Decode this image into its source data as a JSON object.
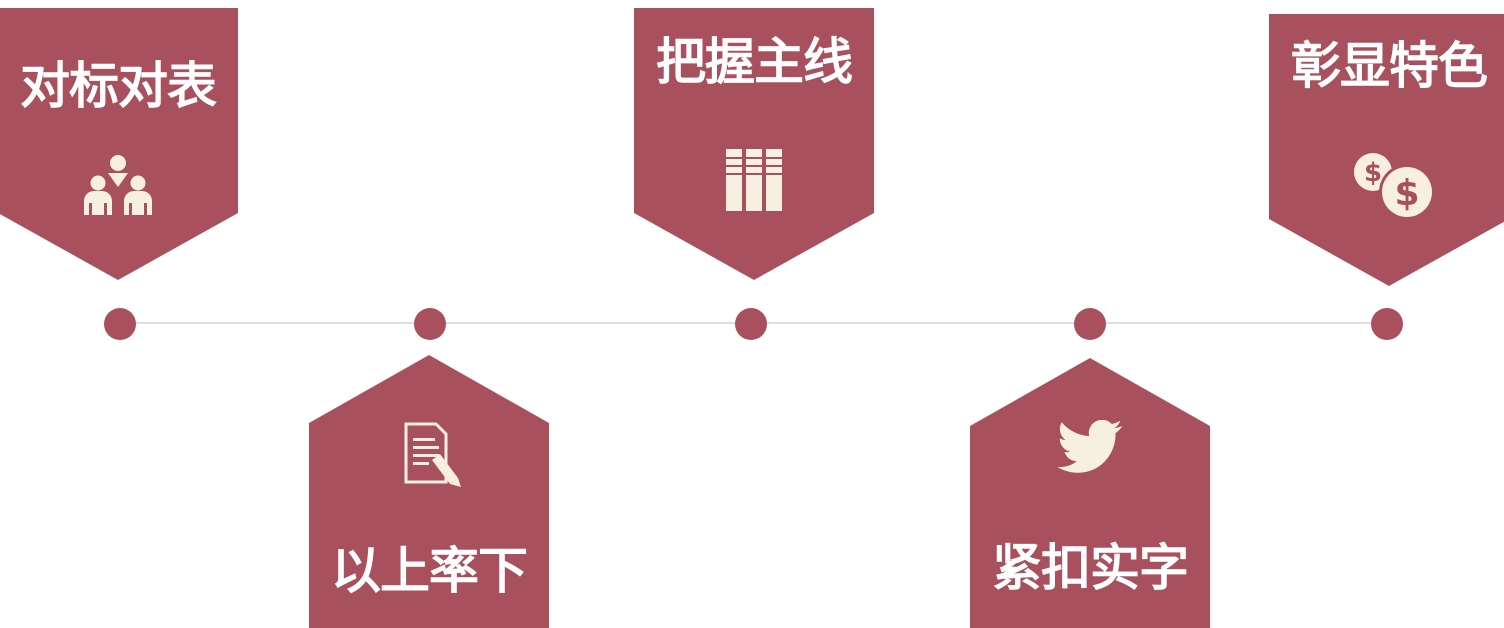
{
  "colors": {
    "accent": "#a8505d",
    "icon": "#f7efe2",
    "line": "#dedede"
  },
  "milestones": [
    {
      "label": "对标对表",
      "icon": "team-icon",
      "position": "top"
    },
    {
      "label": "以上率下",
      "icon": "document-edit-icon",
      "position": "bottom"
    },
    {
      "label": "把握主线",
      "icon": "books-icon",
      "position": "top"
    },
    {
      "label": "紧扣实字",
      "icon": "bird-icon",
      "position": "bottom"
    },
    {
      "label": "彰显特色",
      "icon": "money-icon",
      "position": "top"
    }
  ]
}
